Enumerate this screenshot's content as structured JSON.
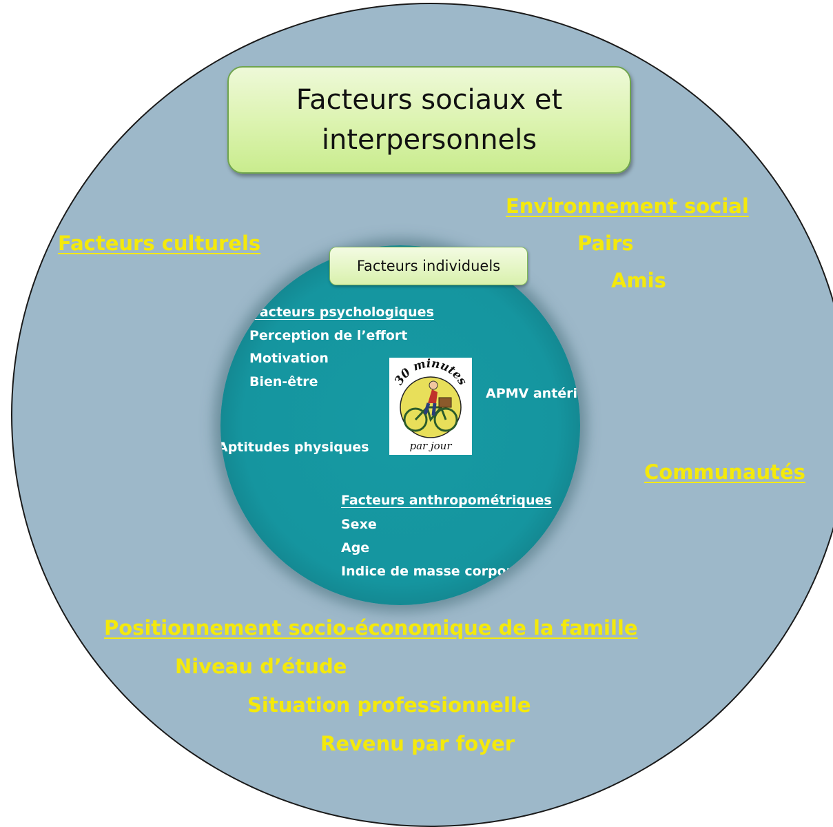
{
  "title": "Facteurs sociaux et\ninterpersonnels",
  "outer_labels": {
    "culturels": "Facteurs culturels",
    "env_social": "Environnement social",
    "pairs": "Pairs",
    "amis": "Amis",
    "communautes": "Communautés",
    "socio_eco": "Positionnement socio-économique de la famille",
    "niveau_etude": "Niveau d’étude",
    "situation_pro": "Situation professionnelle",
    "revenu": "Revenu par foyer"
  },
  "inner": {
    "box_label": "Facteurs individuels",
    "psycho_header": "Facteurs psychologiques",
    "perception": "Perception de l’effort",
    "motivation": "Motivation",
    "bien_etre": "Bien-être",
    "apmv": "APMV antérieure",
    "aptitudes": "Aptitudes physiques",
    "anthro_header": "Facteurs anthropométriques",
    "sexe": "Sexe",
    "age": "Age",
    "imc": "Indice de masse corporelle"
  },
  "logo": {
    "top_text": "30 minutes",
    "bottom_text": "par jour",
    "icon": "cyclist-icon"
  },
  "colors": {
    "outer_circle": "#9db8c9",
    "inner_circle": "#169aa3",
    "outer_text": "#f4e90c",
    "inner_text": "#ffffff",
    "title_box": "#dbf3ae"
  }
}
